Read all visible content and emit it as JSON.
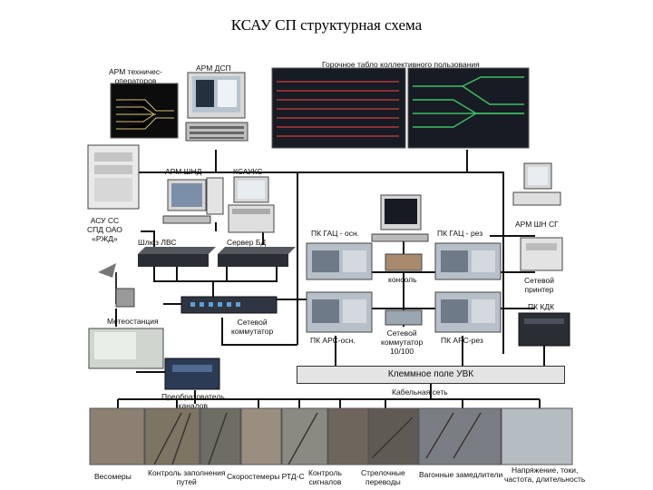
{
  "title": "КСАУ СП структурная схема",
  "labels": {
    "arm_operators": "АРМ техничес-\nоператоров",
    "arm_dsp": "АРМ ДСП",
    "scoreboard": "Горочное табло коллективного пользования",
    "arm_shnd": "АРМ ШНД",
    "ksauks": "КСАУКС",
    "asu_ss": "АСУ СС\nСПД ОАО\n«РЖД»",
    "gateway": "Шлюз ЛВС",
    "db_server": "Сервер БД",
    "pk_gac_main": "ПК ГАЦ - осн.",
    "pk_gac_res": "ПК ГАЦ - рез",
    "arm_shn_sg": "АРМ ШН СГ",
    "console": "консоль",
    "net_printer": "Сетевой\nпринтер",
    "meteo": "Метеостанция",
    "net_switch": "Сетевой\nкоммутатор",
    "pk_ars_main": "ПК АРС-осн.",
    "net_switch_100": "Сетевой\nкоммутатор\n10/100",
    "pk_ars_res": "ПК АРС-рез",
    "pk_kdk": "ПК КДК",
    "terminal_field": "Клеммное поле УВК",
    "converter": "Преобразователь\nканалов",
    "cable_net": "Кабельная сеть",
    "scales": "Весомеры",
    "track_control": "Контроль заполнения\nпутей",
    "speedometers": "Скоростемеры РТД-С",
    "signal_control": "Контроль\nсигналов",
    "switch_drives": "Стрелочные\nпереводы",
    "retarders": "Вагонные замедлители",
    "load_measure": "Напряжение, токи,\nчастота, длительность"
  },
  "colors": {
    "line": "#111111",
    "server": "#9aa3ad",
    "server_dark": "#2a2d33",
    "screen": "#1c2230",
    "track_red": "#c0392b",
    "track_green": "#27ae60"
  }
}
